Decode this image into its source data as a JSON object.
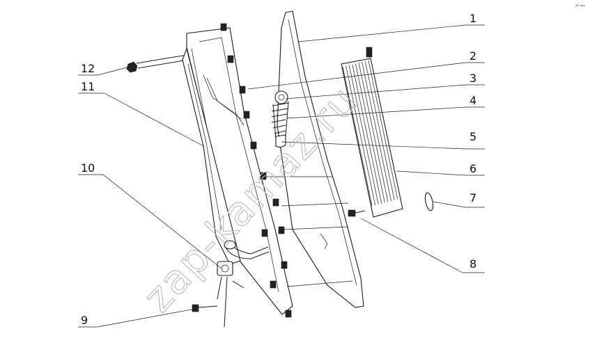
{
  "callouts": {
    "c1": "1",
    "c2": "2",
    "c3": "3",
    "c4": "4",
    "c5": "5",
    "c6": "6",
    "c7": "7",
    "c8": "8",
    "c9": "9",
    "c10": "10",
    "c11": "11",
    "c12": "12"
  },
  "watermark": "zap-kamaz.ru",
  "corner_mark": "ᵃᴮ ᵃᵃᵃ"
}
